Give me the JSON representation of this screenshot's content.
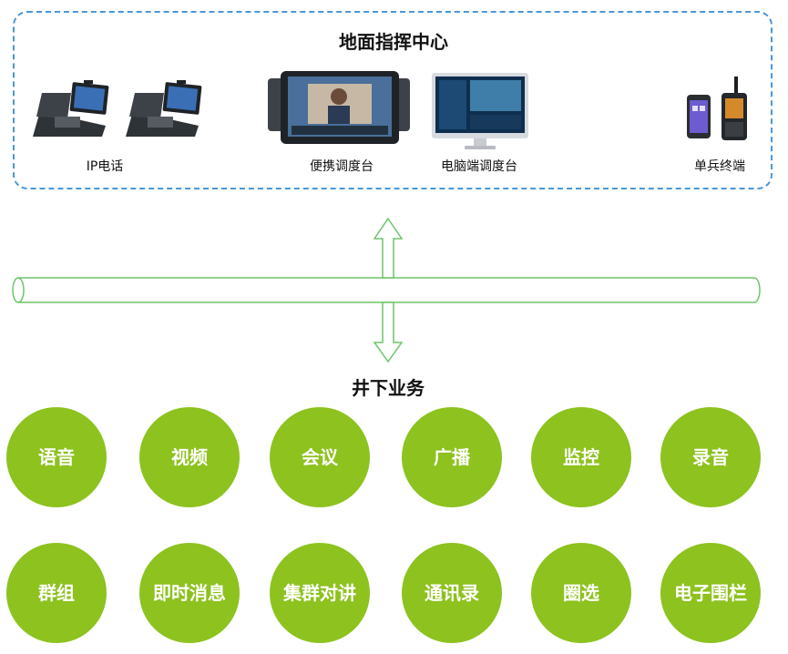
{
  "colors": {
    "accent": "#8dc21f",
    "box_border": "#4a97d6",
    "link": "#6ec46a"
  },
  "top": {
    "title": "地面指挥中心",
    "devices": [
      {
        "label": "IP电话",
        "icon": "desk-phone-icon"
      },
      {
        "label": "便携调度台",
        "icon": "tablet-console-icon"
      },
      {
        "label": "电脑端调度台",
        "icon": "monitor-icon"
      },
      {
        "label": "单兵终端",
        "icon": "handheld-terminal-icon"
      }
    ]
  },
  "bottom": {
    "title": "井下业务",
    "services": [
      "语音",
      "视频",
      "会议",
      "广播",
      "监控",
      "录音",
      "群组",
      "即时消息",
      "集群对讲",
      "通讯录",
      "圈选",
      "电子围栏"
    ]
  }
}
